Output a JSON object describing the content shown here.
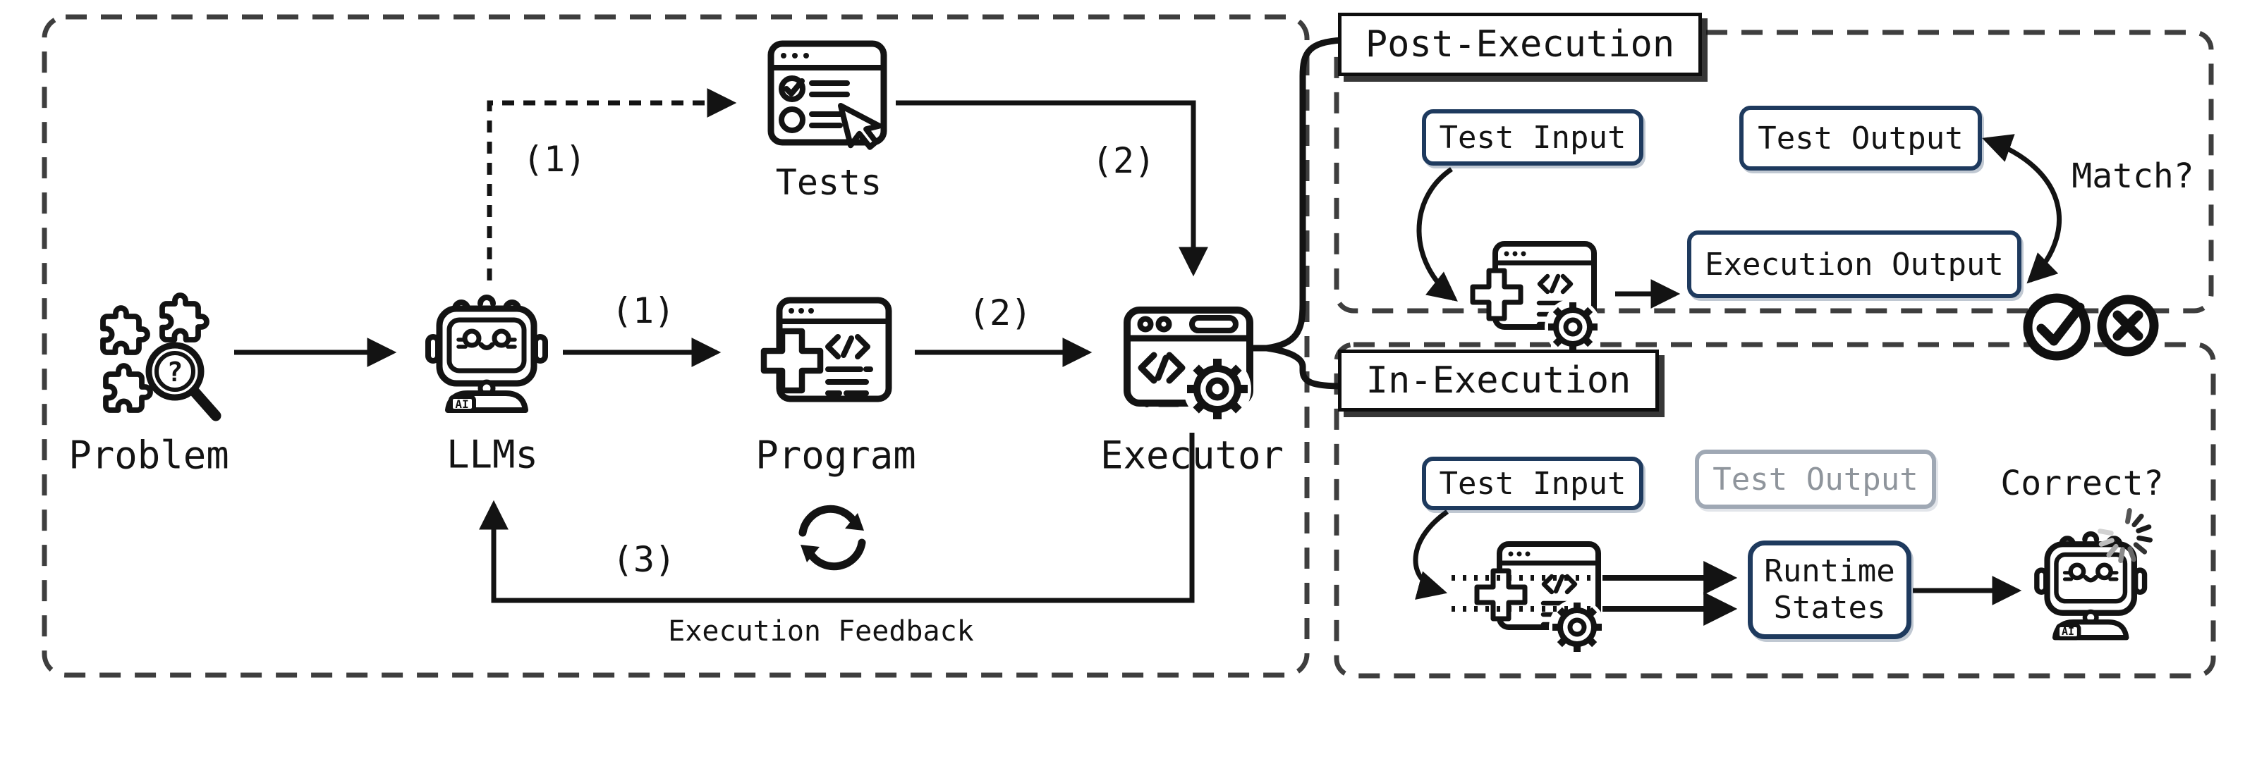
{
  "diagram": {
    "left": {
      "nodes": {
        "problem": "Problem",
        "llms": "LLMs",
        "tests": "Tests",
        "program": "Program",
        "executor": "Executor"
      },
      "edge_labels": {
        "llms_tests": "(1)",
        "llms_program": "(1)",
        "tests_executor": "(2)",
        "program_executor": "(2)",
        "feedback": "(3)"
      },
      "feedback_caption": "Execution Feedback",
      "ai_badge": "AI",
      "magnifier_glyph": "?"
    },
    "post_execution": {
      "title": "Post-Execution",
      "test_input": "Test Input",
      "test_output": "Test Output",
      "execution_output": "Execution Output",
      "question": "Match?"
    },
    "in_execution": {
      "title": "In-Execution",
      "test_input": "Test Input",
      "test_output": "Test Output",
      "runtime_line1": "Runtime",
      "runtime_line2": "States",
      "question": "Correct?",
      "ai_badge": "AI"
    },
    "colors": {
      "ink": "#131313",
      "dash_border": "#3e3e3e",
      "accent_border": "#1e3a5e",
      "disabled_border": "#9fa8b4",
      "disabled_text": "#8f959c",
      "background": "#ffffff"
    }
  }
}
